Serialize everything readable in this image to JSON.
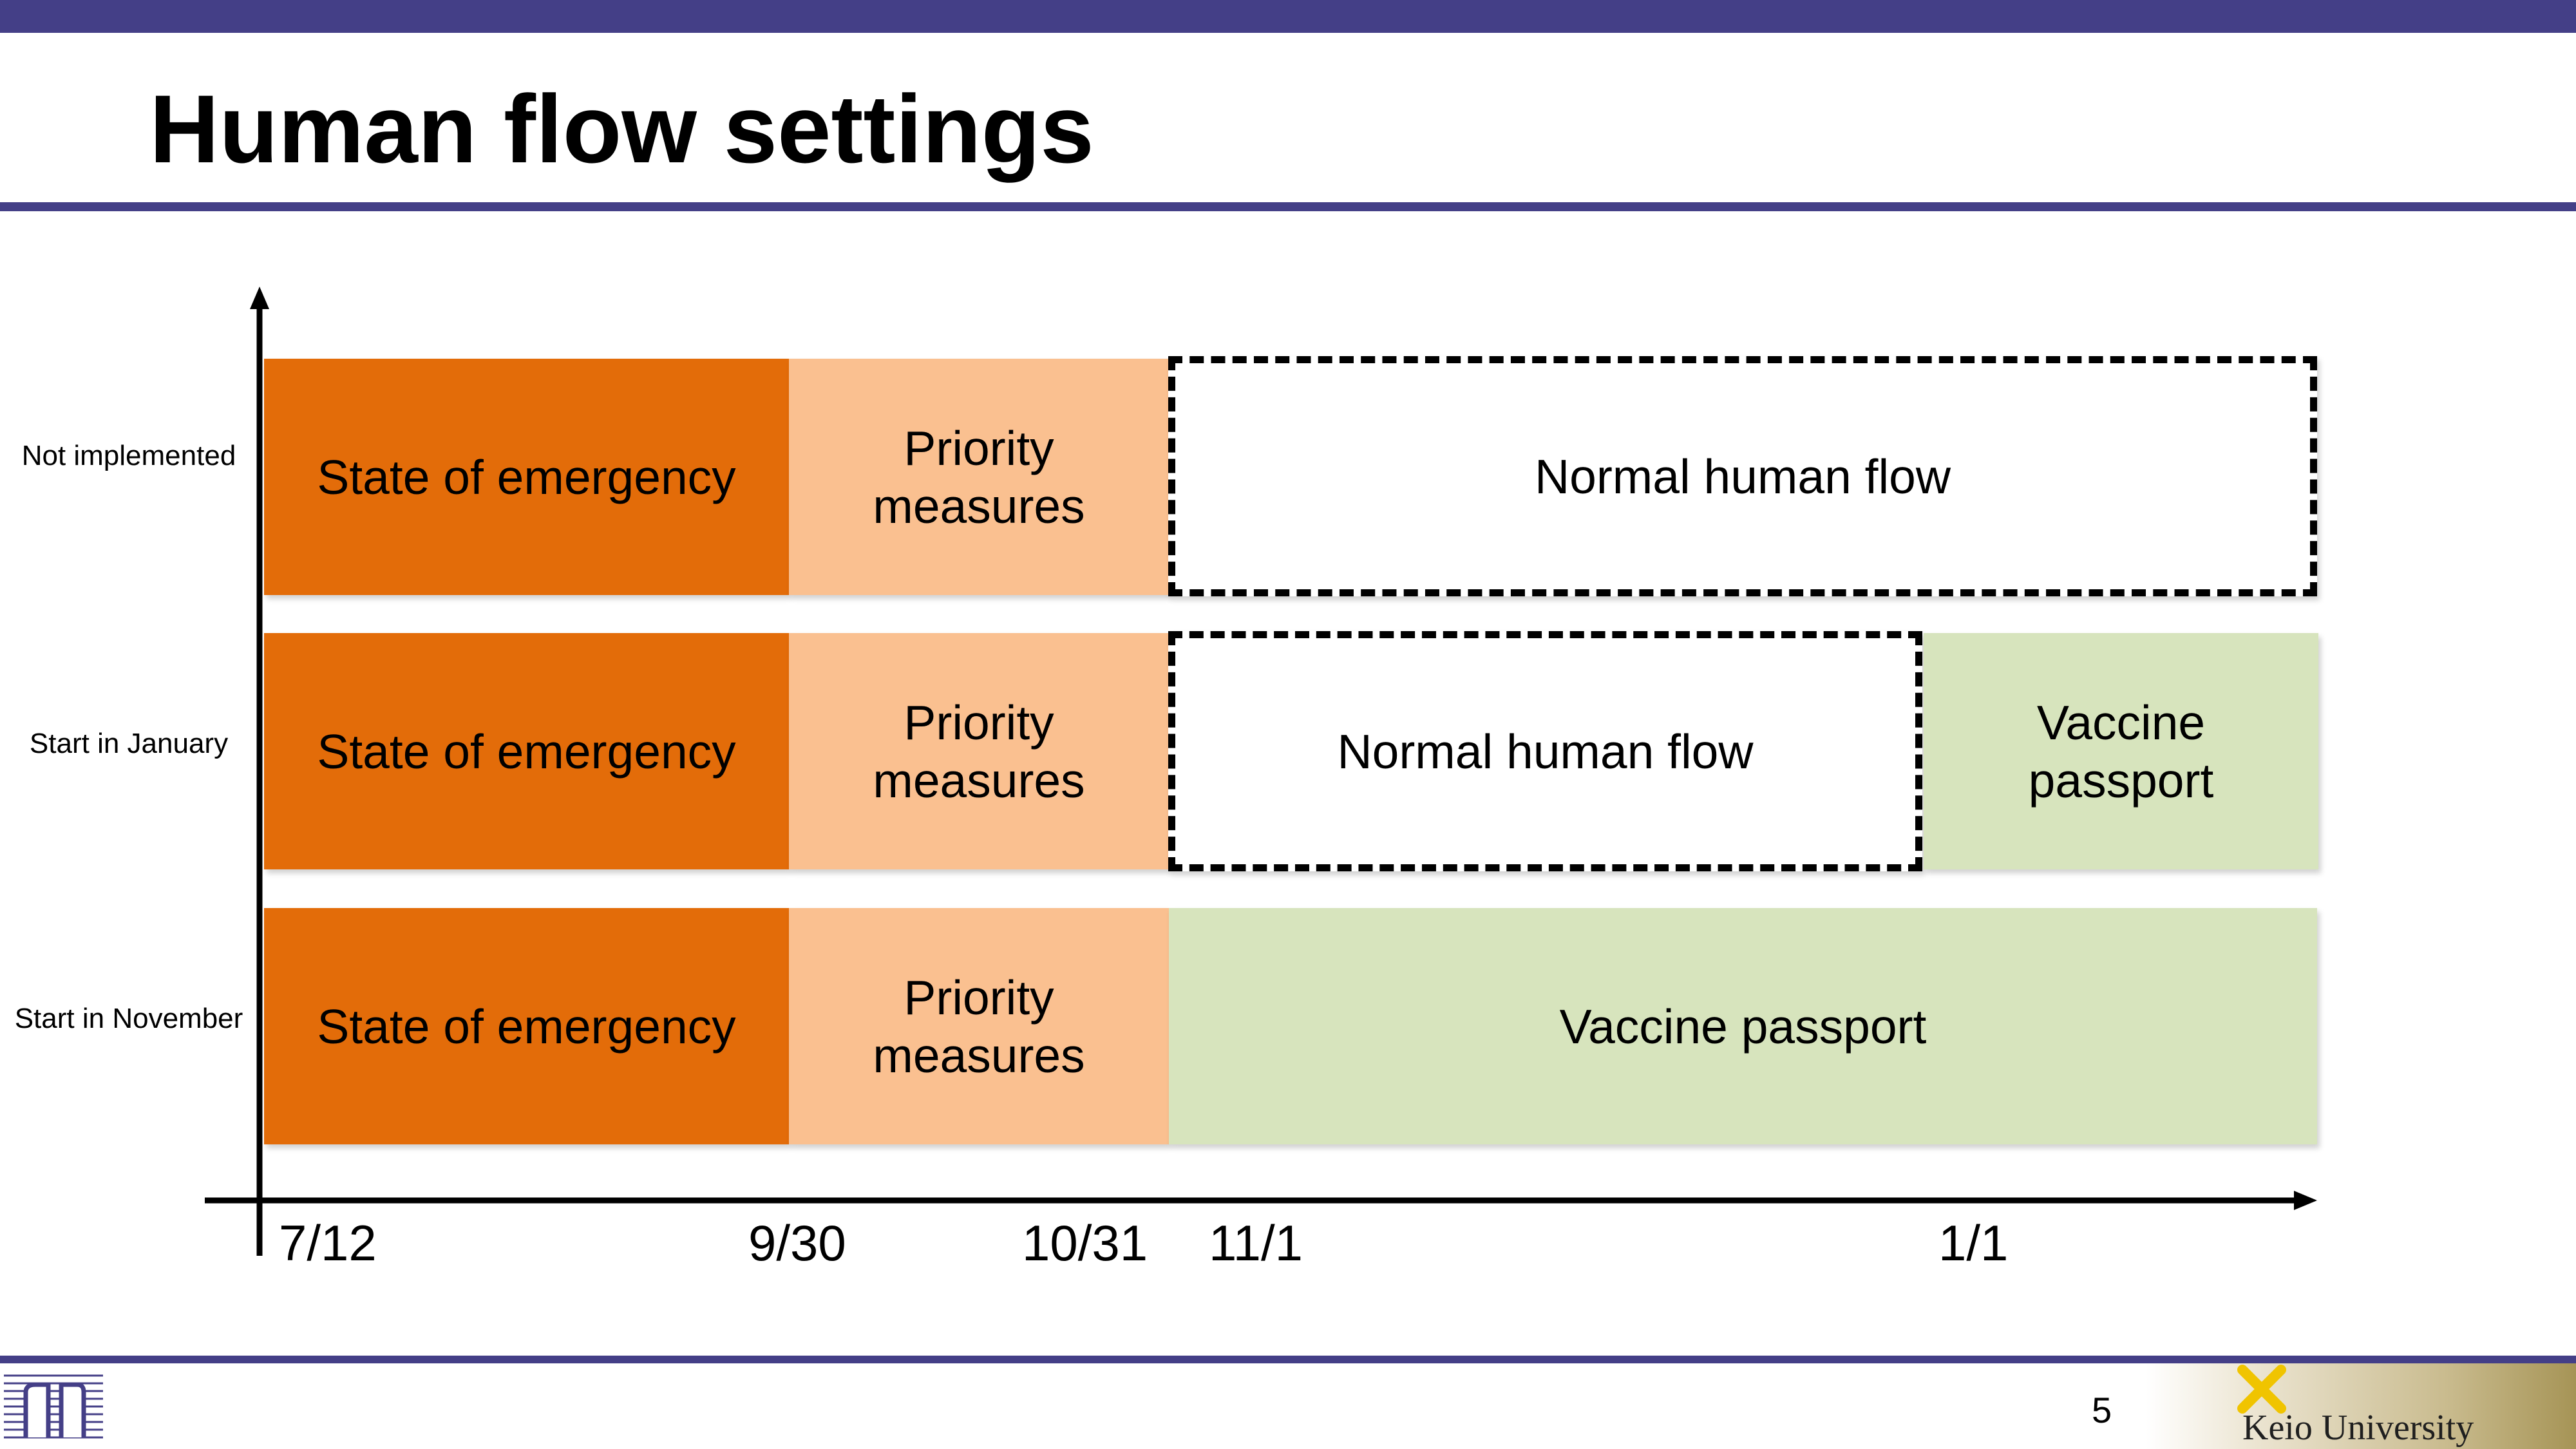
{
  "title": "Human flow settings",
  "rows": [
    {
      "label": "Not implemented",
      "segments": [
        {
          "type": "emergency",
          "text": "State of emergency"
        },
        {
          "type": "priority",
          "line1": "Priority",
          "line2": "measures"
        },
        {
          "type": "normal",
          "text": "Normal human flow"
        }
      ]
    },
    {
      "label": "Start in January",
      "segments": [
        {
          "type": "emergency",
          "text": "State of emergency"
        },
        {
          "type": "priority",
          "line1": "Priority",
          "line2": "measures"
        },
        {
          "type": "normal",
          "text": "Normal human flow"
        },
        {
          "type": "passport",
          "line1": "Vaccine",
          "line2": "passport"
        }
      ]
    },
    {
      "label": "Start in November",
      "segments": [
        {
          "type": "emergency",
          "text": "State of emergency"
        },
        {
          "type": "priority",
          "line1": "Priority",
          "line2": "measures"
        },
        {
          "type": "passport",
          "text": "Vaccine passport"
        }
      ]
    }
  ],
  "axis": {
    "ticks": [
      "7/12",
      "9/30",
      "10/31",
      "11/1",
      "1/1"
    ]
  },
  "colors": {
    "theme": "#443f87",
    "state_of_emergency": "#e36c09",
    "priority_measures": "#fac090",
    "vaccine_passport": "#d7e4bd",
    "normal_human_flow": "#ffffff"
  },
  "footer": {
    "page_number": "5",
    "university": "Keio University"
  }
}
